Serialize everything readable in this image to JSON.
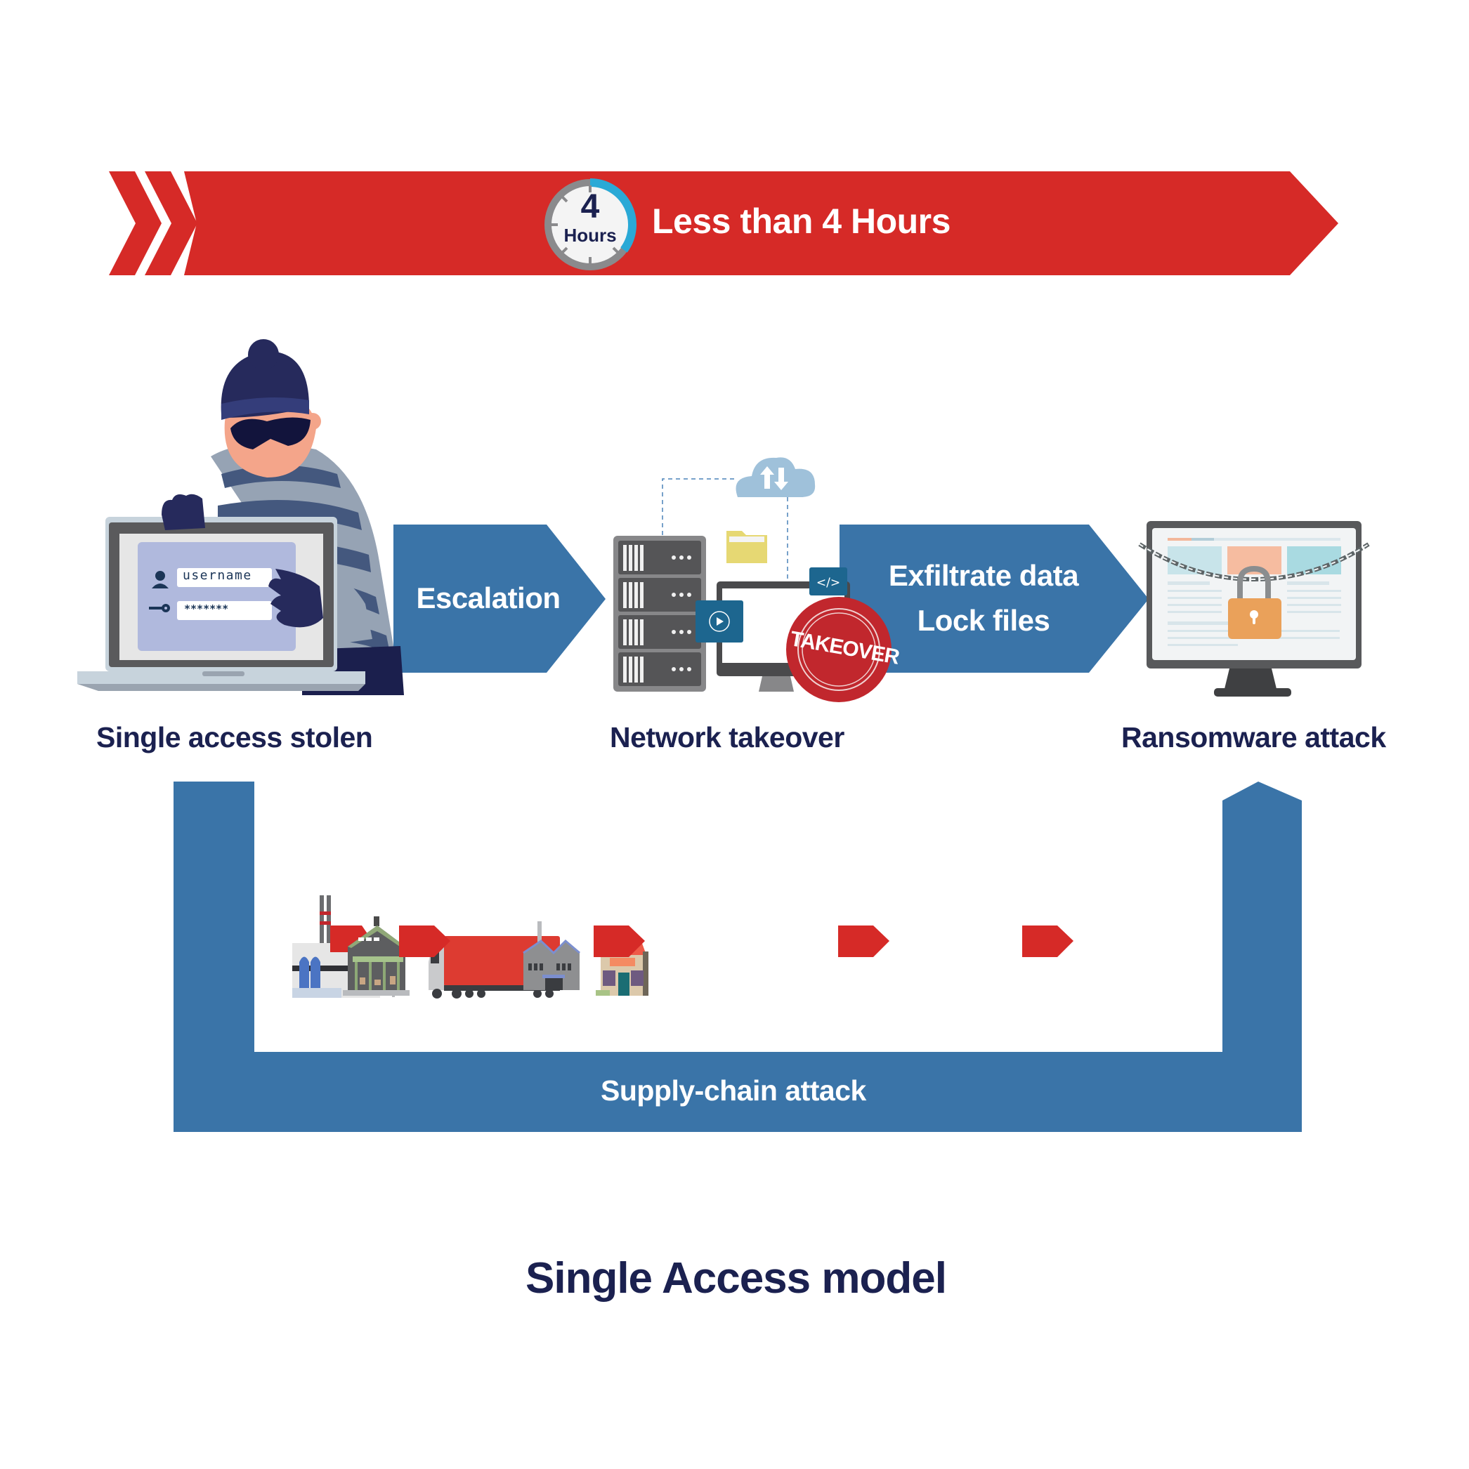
{
  "banner": {
    "timer_number": "4",
    "timer_unit": "Hours",
    "text": "Less than 4 Hours",
    "color": "#d62a27"
  },
  "stages": [
    {
      "label": "Single access stolen",
      "icon": "thief-laptop-icon"
    },
    {
      "label": "Network takeover",
      "icon": "server-takeover-icon"
    },
    {
      "label": "Ransomware attack",
      "icon": "locked-monitor-icon"
    }
  ],
  "arrows": [
    {
      "lines": [
        "Escalation"
      ]
    },
    {
      "lines": [
        "Exfiltrate data",
        "Lock files"
      ]
    }
  ],
  "login_form": {
    "username": "username",
    "password": "*******"
  },
  "takeover_stamp": "TAKEOVER",
  "code_tag": "</>",
  "supply_chain": {
    "label": "Supply-chain attack",
    "steps": [
      "factory-icon",
      "warehouse-icon",
      "truck-icon",
      "plant-icon",
      "store-icon"
    ]
  },
  "title": "Single Access model",
  "colors": {
    "primary_blue": "#3a74a8",
    "accent_red": "#d62a27",
    "navy_text": "#1b2150"
  }
}
